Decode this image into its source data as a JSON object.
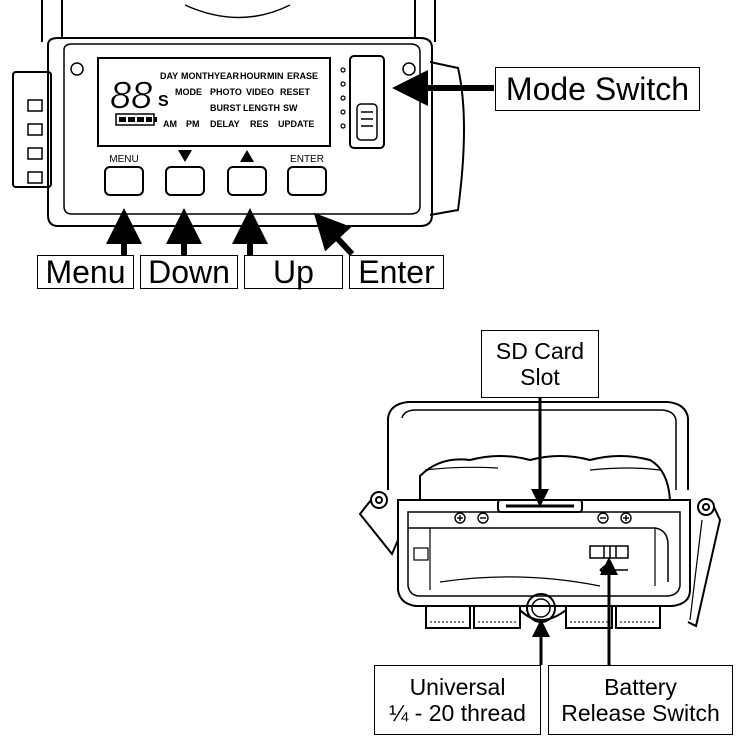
{
  "labels": {
    "mode_switch": "Mode Switch",
    "menu": "Menu",
    "down": "Down",
    "up": "Up",
    "enter": "Enter",
    "sd_card_line1": "SD Card",
    "sd_card_line2": "Slot",
    "universal_line1": "Universal",
    "universal_line2": "¼ - 20 thread",
    "battery_line1": "Battery",
    "battery_line2": "Release Switch"
  },
  "device_buttons": {
    "menu": "MENU",
    "enter": "ENTER"
  },
  "lcd": {
    "digits": "88",
    "unit": "S",
    "row1": [
      "DAY",
      "MONTH",
      "YEAR",
      "HOUR",
      "MIN",
      "ERASE"
    ],
    "row2": [
      "MODE",
      "PHOTO",
      "VIDEO",
      "RESET"
    ],
    "row3": [
      "BURST",
      "LENGTH",
      "SW"
    ],
    "row4": [
      "AM",
      "PM",
      "DELAY",
      "RES",
      "UPDATE"
    ]
  }
}
